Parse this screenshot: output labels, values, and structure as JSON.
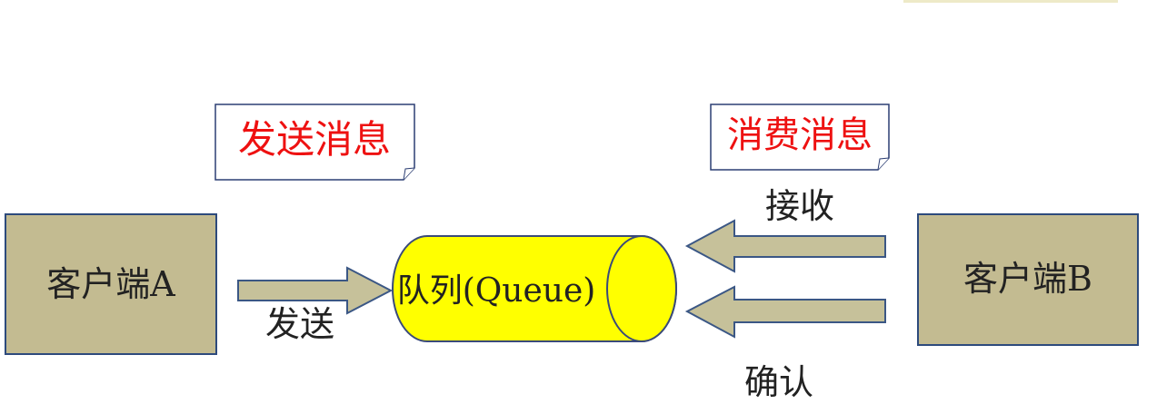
{
  "colors": {
    "client_fill": "#c3bb91",
    "client_stroke": "#2d4a7c",
    "queue_fill": "#ffff00",
    "queue_stroke": "#3a4a7a",
    "arrow_fill": "#c6c19a",
    "arrow_stroke": "#3b5785",
    "note_stroke": "#2c3e73",
    "note_text": "#ee1111",
    "text": "#222222",
    "top_tab": "#eeeac8"
  },
  "nodes": {
    "client_a": "客户端A",
    "client_b": "客户端B",
    "queue": "队列(Queue)"
  },
  "notes": {
    "send_message": "发送消息",
    "consume_message": "消费消息"
  },
  "edges": {
    "send": "发送",
    "receive": "接收",
    "ack": "确认"
  }
}
